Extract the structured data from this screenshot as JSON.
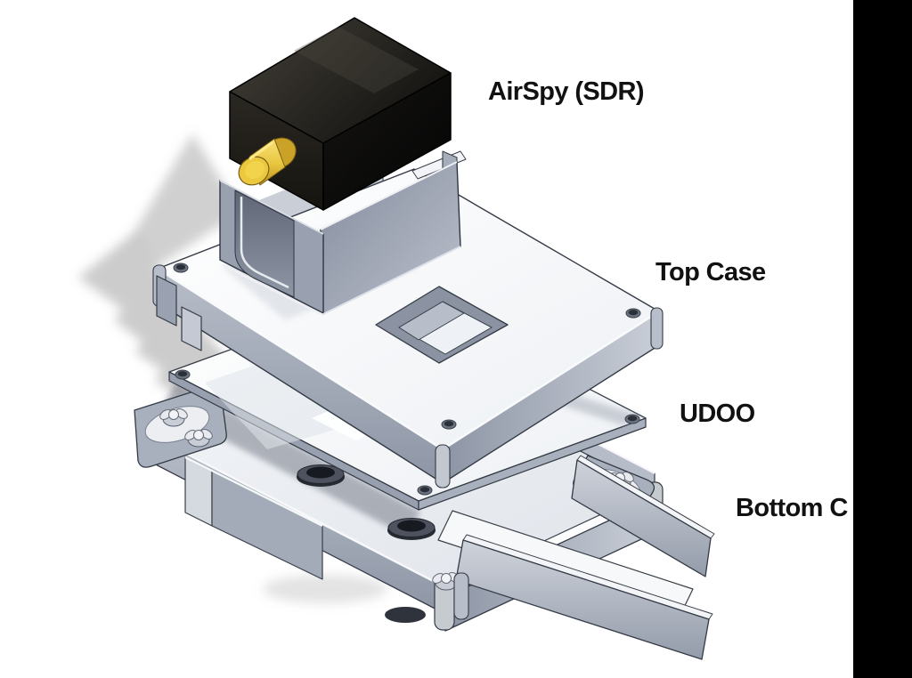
{
  "diagram": {
    "type": "exploded-assembly-view",
    "labels": {
      "airspy": "AirSpy (SDR)",
      "top_case": "Top Case",
      "udoo": "UDOO",
      "bottom_case": "Bottom C"
    },
    "parts": [
      {
        "name": "AirSpy (SDR)",
        "appearance": "black box with yellow SMA connector"
      },
      {
        "name": "Top Case",
        "appearance": "light gray printed tray with U-bracket and rectangular window"
      },
      {
        "name": "UDOO",
        "appearance": "thin white board plate with corner holes"
      },
      {
        "name": "Bottom C",
        "appearance": "gray tray with wing screws, rubber feet and side rails"
      }
    ]
  },
  "colors": {
    "background": "#ffffff",
    "label-text": "#111111",
    "right-bar": "#000000",
    "box-black": "#16140f",
    "connector-yellow": "#ecc83e",
    "case-gray": "#9aa2b1",
    "plate-white": "#ffffff",
    "shadow-gray": "#a2a2a2",
    "outline-dark": "#333a45"
  }
}
